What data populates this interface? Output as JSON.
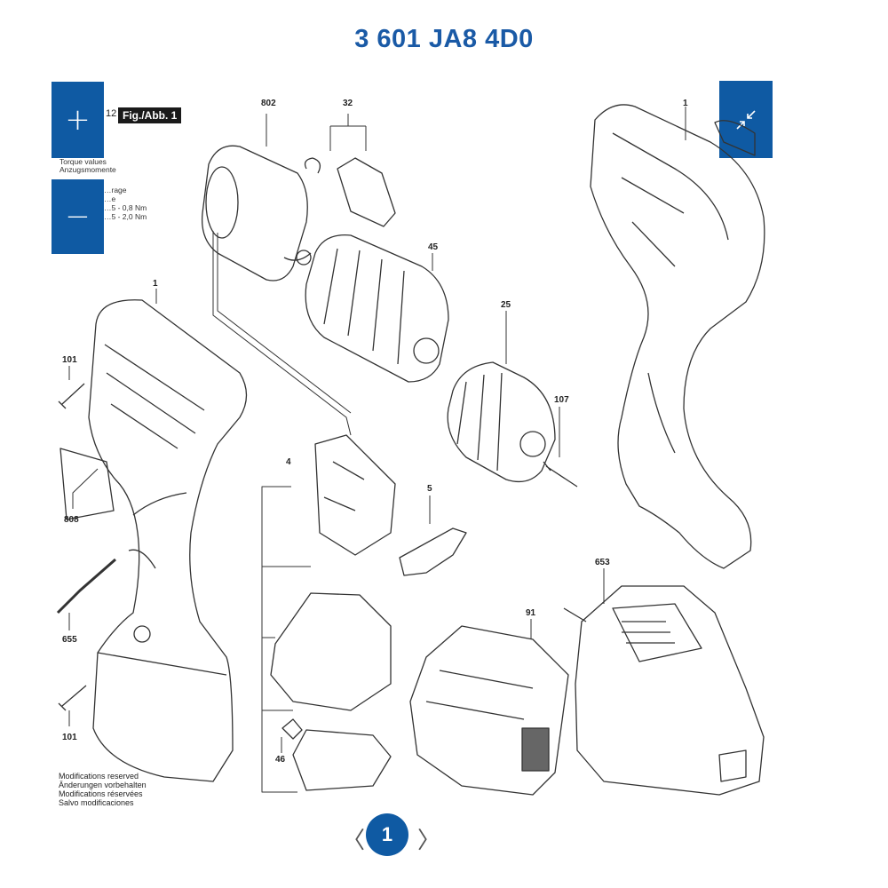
{
  "header": {
    "title": "3 601 JA8 4D0"
  },
  "controls": {
    "zoom_in": "+",
    "zoom_out": "−",
    "collapse_icon": "collapse-arrows-icon"
  },
  "legend": {
    "fig_prefix": "12",
    "fig_label": "Fig./Abb. 1",
    "torque_lines": [
      "Torque values",
      "Anzugsmomente",
      "…rage",
      "…e",
      "…5 - 0,8 Nm",
      "…5 - 2,0 Nm"
    ]
  },
  "footer_notes": [
    "Modifications reserved",
    "Änderungen vorbehalten",
    "Modifications réservées",
    "Salvo modificaciones"
  ],
  "part_numbers": {
    "p802": "802",
    "p32": "32",
    "p1_right": "1",
    "p45": "45",
    "p1_left": "1",
    "p101_top": "101",
    "p25": "25",
    "p107": "107",
    "p808": "808",
    "p4": "4",
    "p5": "5",
    "p655": "655",
    "p653": "653",
    "p91": "91",
    "p101_bottom": "101",
    "p46": "46"
  },
  "pagination": {
    "current": "1",
    "prev": "〈",
    "next": "〉"
  },
  "colors": {
    "brand_blue": "#0f5aa3",
    "title_blue": "#1a5aa6"
  }
}
